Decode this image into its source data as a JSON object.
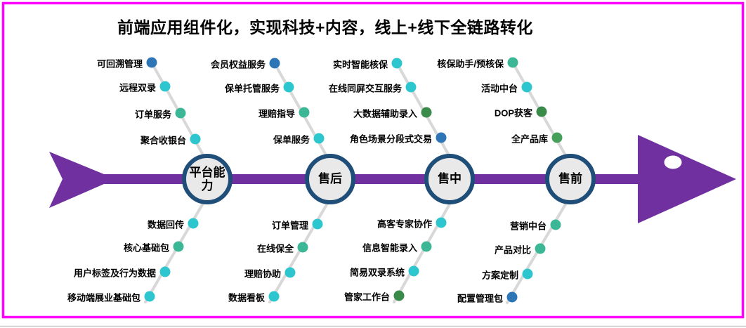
{
  "title": {
    "text": "前端应用组件化，实现科技+内容，线上+线下全链路转化",
    "color": "#000000"
  },
  "colors": {
    "slide_border": "#FF00FF",
    "spine": "#7030A0",
    "node_border": "#1F4E79",
    "node_fill": "#E9E9E9",
    "branch_line": "#D8D8D8",
    "bottom_edge": "#C9C9C9",
    "fish_eye": "#FFFFFF",
    "dot_blue": "#2E75B6",
    "dot_cyan": "#2EC6CE",
    "dot_teal": "#3CB795",
    "dot_green": "#46A05A",
    "dot_dgreen": "#3A8A4A"
  },
  "nodes": [
    {
      "label": "平台能力"
    },
    {
      "label": "售后"
    },
    {
      "label": "售中"
    },
    {
      "label": "售前"
    }
  ],
  "branches": {
    "top": [
      {
        "node": "平台能力",
        "items": [
          {
            "label": "可回溯管理",
            "color": "dot_blue"
          },
          {
            "label": "远程双录",
            "color": "dot_cyan"
          },
          {
            "label": "订单服务",
            "color": "dot_teal"
          },
          {
            "label": "聚合收银台",
            "color": "dot_cyan"
          }
        ]
      },
      {
        "node": "售后",
        "items": [
          {
            "label": "会员权益服务",
            "color": "dot_blue"
          },
          {
            "label": "保单托管服务",
            "color": "dot_cyan"
          },
          {
            "label": "理赔指导",
            "color": "dot_teal"
          },
          {
            "label": "保单服务",
            "color": "dot_cyan"
          }
        ]
      },
      {
        "node": "售中",
        "items": [
          {
            "label": "实时智能核保",
            "color": "dot_cyan"
          },
          {
            "label": "在线同屏交互服务",
            "color": "dot_cyan"
          },
          {
            "label": "大数据辅助录入",
            "color": "dot_dgreen"
          },
          {
            "label": "角色场景分段式交易",
            "color": "dot_blue"
          }
        ]
      },
      {
        "node": "售前",
        "items": [
          {
            "label": "核保助手/预核保",
            "color": "dot_teal"
          },
          {
            "label": "活动中台",
            "color": "dot_cyan"
          },
          {
            "label": "DOP获客",
            "color": "dot_dgreen"
          },
          {
            "label": "全产品库",
            "color": "dot_green"
          }
        ]
      }
    ],
    "bottom": [
      {
        "node": "平台能力",
        "items": [
          {
            "label": "数据回传",
            "color": "dot_cyan"
          },
          {
            "label": "核心基础包",
            "color": "dot_teal"
          },
          {
            "label": "用户标签及行为数据",
            "color": "dot_cyan"
          },
          {
            "label": "移动端展业基础包",
            "color": "dot_cyan"
          }
        ]
      },
      {
        "node": "售后",
        "items": [
          {
            "label": "订单管理",
            "color": "dot_cyan"
          },
          {
            "label": "在线保全",
            "color": "dot_teal"
          },
          {
            "label": "理赔协助",
            "color": "dot_cyan"
          },
          {
            "label": "数据看板",
            "color": "dot_cyan"
          }
        ]
      },
      {
        "node": "售中",
        "items": [
          {
            "label": "高客专家协作",
            "color": "dot_cyan"
          },
          {
            "label": "信息智能录入",
            "color": "dot_teal"
          },
          {
            "label": "简易双录系统",
            "color": "dot_cyan"
          },
          {
            "label": "管家工作台",
            "color": "dot_dgreen"
          }
        ]
      },
      {
        "node": "售前",
        "items": [
          {
            "label": "营销中台",
            "color": "dot_teal"
          },
          {
            "label": "产品对比",
            "color": "dot_teal"
          },
          {
            "label": "方案定制",
            "color": "dot_cyan"
          },
          {
            "label": "配置管理包",
            "color": "dot_blue"
          }
        ]
      }
    ]
  }
}
